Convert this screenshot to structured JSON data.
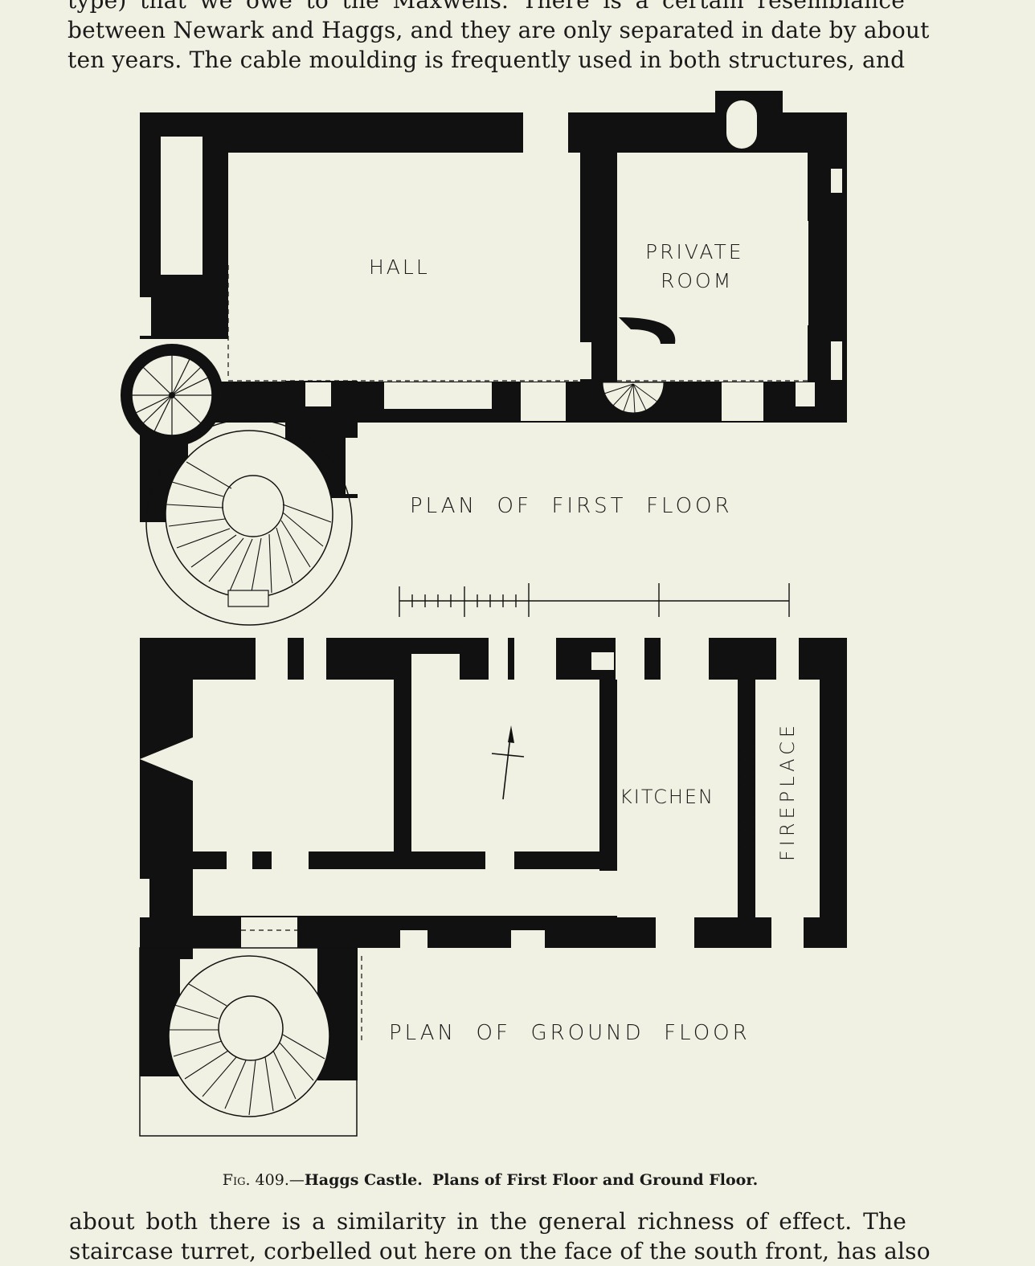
{
  "text_top": {
    "lines": [
      "type) that we owe to the Maxwells.  There is a certain resemblance",
      "between Newark and Haggs, and they are only separated in date by about",
      "ten years.  The cable moulding is frequently used in both structures, and"
    ]
  },
  "figure": {
    "labels": {
      "hall": "HALL",
      "private_room_1": "PRIVATE",
      "private_room_2": "ROOM",
      "first_floor": "PLAN  OF  FIRST  FLOOR",
      "kitchen": "KITCHEN",
      "fireplace": "FIREPLACE",
      "ground_floor": "PLAN  OF  GROUND  FLOOR"
    },
    "caption_fig": "Fig. 409.—",
    "caption_title": "Haggs Castle.",
    "caption_text": "Plans of First Floor and Ground Floor."
  },
  "text_bottom": {
    "lines": [
      "about both there is a similarity in the general richness of effect.  The",
      "staircase turret, corbelled out here on the face of the south front, has also"
    ]
  },
  "colors": {
    "paper": "#f1f1e3",
    "ink": "#111111"
  }
}
